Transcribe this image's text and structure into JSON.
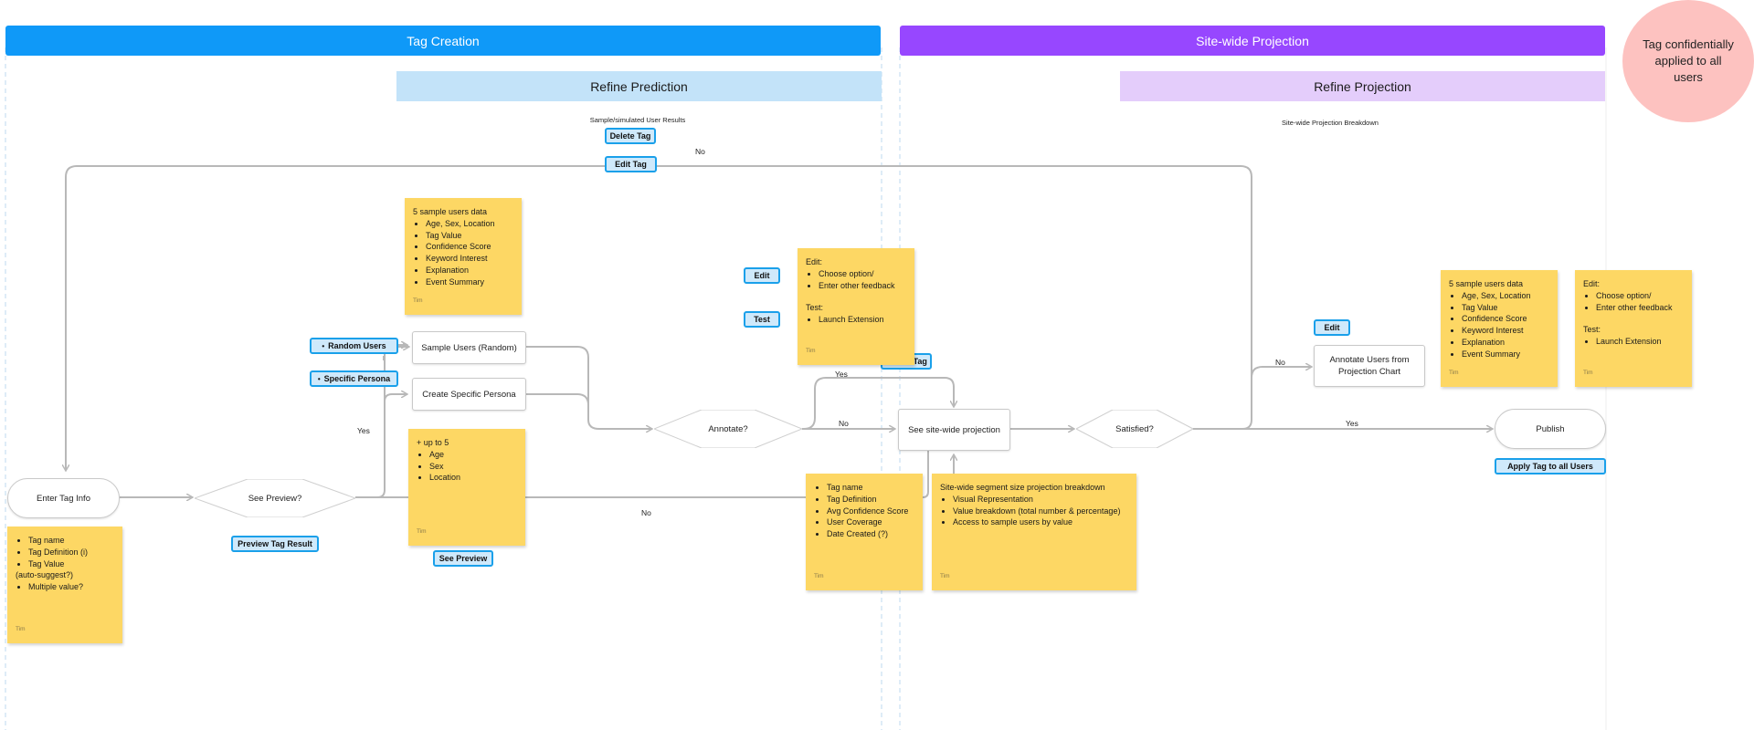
{
  "lanes": {
    "tag_creation": "Tag Creation",
    "site_wide_projection": "Site-wide Projection",
    "tag_creation_color": "#0f99f8",
    "site_wide_projection_color": "#9747ff"
  },
  "sections": {
    "refine_prediction": "Refine Prediction",
    "refine_projection": "Refine Projection",
    "sample_results_caption": "Sample/simulated User Results",
    "projection_breakdown_caption": "Site-wide Projection Breakdown"
  },
  "nodes": {
    "enter_tag_info": "Enter Tag Info",
    "see_preview_decision": "See Preview?",
    "sample_users_random": "Sample Users (Random)",
    "create_specific_persona": "Create Specific Persona",
    "annotate_decision": "Annotate?",
    "see_site_wide_projection": "See site-wide projection",
    "satisfied_decision": "Satisfied?",
    "publish": "Publish",
    "annotate_users_line1": "Annotate Users from",
    "annotate_users_line2": "Projection Chart"
  },
  "edge_labels": {
    "no_top": "No",
    "yes_preview": "Yes",
    "no_preview": "No",
    "yes_annotate": "Yes",
    "no_annotate": "No",
    "no_satisfied": "No",
    "yes_satisfied": "Yes"
  },
  "tags": {
    "delete_tag": "Delete Tag",
    "edit_tag": "Edit Tag",
    "random_users": "Random Users",
    "specific_persona": "Specific Persona",
    "preview_tag_result": "Preview Tag Result",
    "see_preview": "See Preview",
    "edit_left": "Edit",
    "test": "Test",
    "create_tag": "Create Tag",
    "edit_right": "Edit",
    "apply_tag_all": "Apply Tag to all Users"
  },
  "stickies": {
    "tag_info": {
      "items": [
        "Tag name",
        "Tag Definition (i)",
        "Tag Value",
        "(auto-suggest?)",
        "Multiple value?"
      ],
      "author": "Tim"
    },
    "sample_users_data": {
      "title": "5 sample users data",
      "items": [
        "Age, Sex, Location",
        "Tag Value",
        "Confidence Score",
        "Keyword Interest",
        "Explanation",
        "Event Summary"
      ],
      "author": "Tim"
    },
    "persona": {
      "title": "+ up to 5",
      "items": [
        "Age",
        "Sex",
        "Location"
      ],
      "author": "Tim"
    },
    "edit_test_left": {
      "title1": "Edit:",
      "items1": [
        "Choose option/",
        "Enter other feedback"
      ],
      "title2": "Test:",
      "items2": [
        "Launch Extension"
      ],
      "author": "Tim"
    },
    "tag_summary": {
      "items": [
        "Tag name",
        "Tag Definition",
        "Avg Confidence Score",
        "User Coverage",
        "Date Created (?)"
      ],
      "author": "Tim"
    },
    "projection_breakdown": {
      "title": "Site-wide segment size projection breakdown",
      "items": [
        "Visual Representation",
        "Value breakdown (total number & percentage)",
        "Access to sample users by value"
      ],
      "author": "Tim"
    },
    "sample_users_data_right": {
      "title": "5 sample users data",
      "items": [
        "Age, Sex, Location",
        "Tag Value",
        "Confidence Score",
        "Keyword Interest",
        "Explanation",
        "Event Summary"
      ],
      "author": "Tim"
    },
    "edit_test_right": {
      "title1": "Edit:",
      "items1": [
        "Choose option/",
        "Enter other feedback"
      ],
      "title2": "Test:",
      "items2": [
        "Launch Extension"
      ],
      "author": "Tim"
    }
  },
  "circle_note": "Tag confidentially applied to all users"
}
